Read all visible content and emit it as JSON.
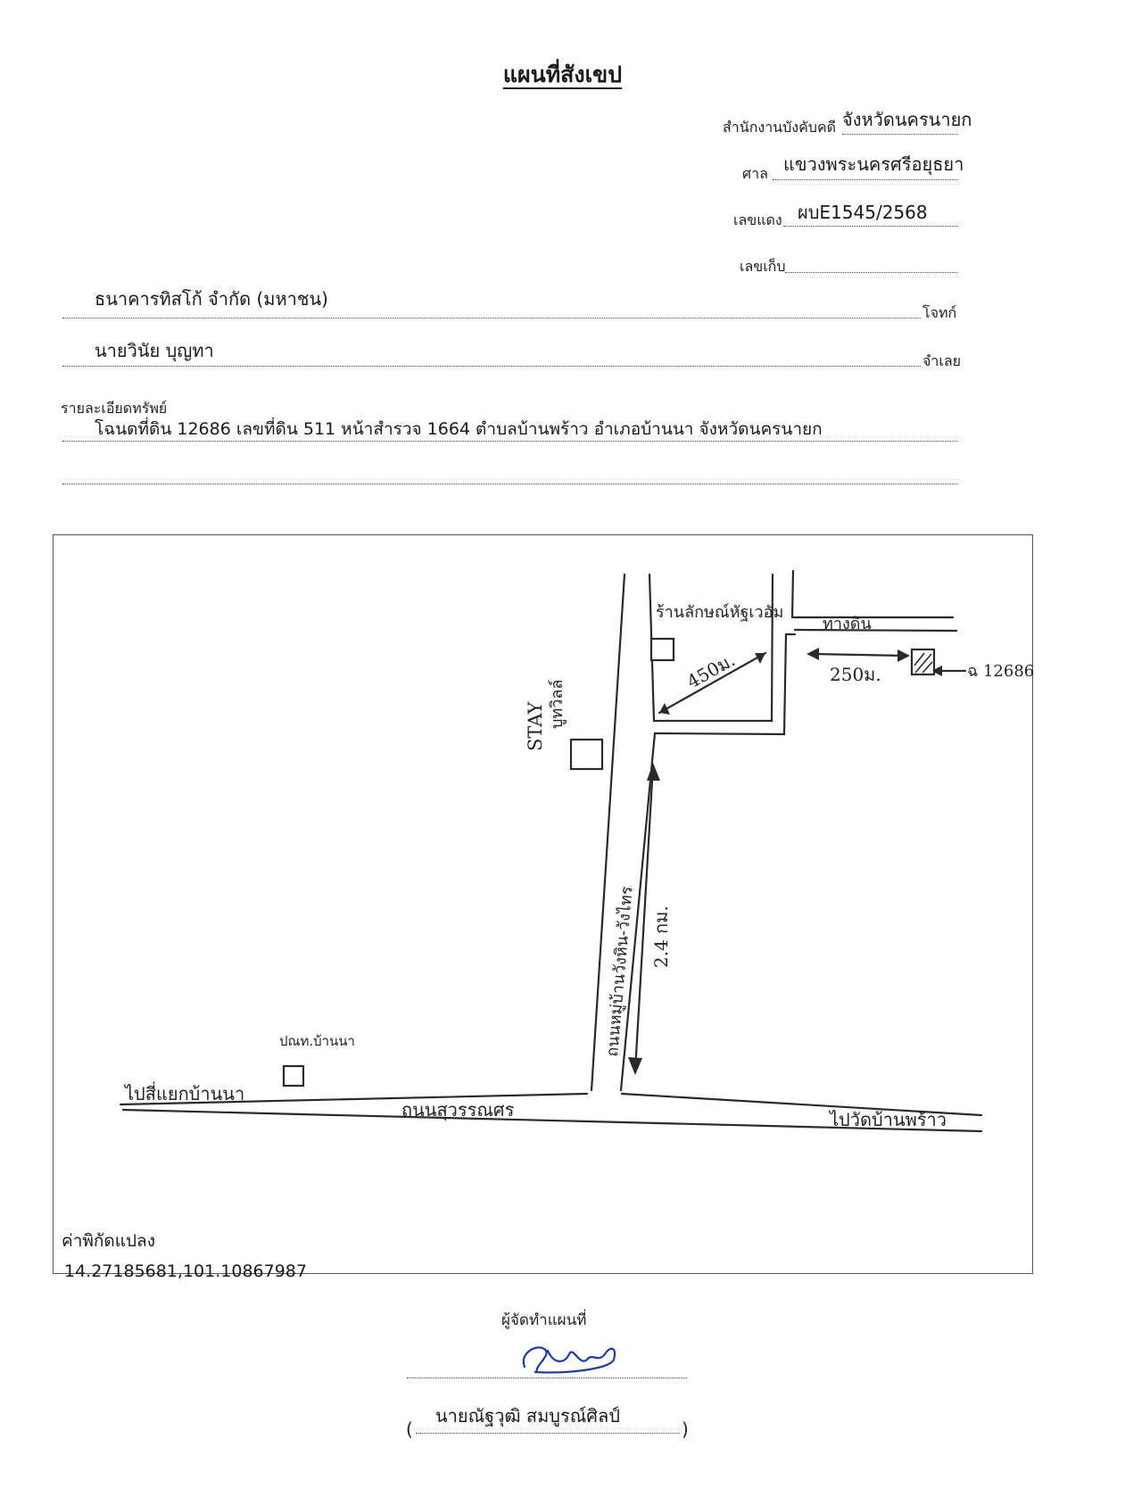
{
  "header": {
    "title": "แผนที่สังเขป",
    "office_label": "สำนักงานบังคับคดี",
    "office_value": "จังหวัดนครนายก",
    "court_label": "ศาล",
    "court_value": "แขวงพระนครศรีอยุธยา",
    "red_no_label": "เลขแดง",
    "red_no_value": "ผบE1545/2568",
    "store_no_label": "เลขเก็บ",
    "store_no_value": ""
  },
  "parties": {
    "plaintiff_value": "ธนาคารทิสโก้ จำกัด (มหาชน)",
    "plaintiff_label": "โจทก์",
    "defendant_value": "นายวินัย บุญทา",
    "defendant_label": "จำเลย"
  },
  "asset": {
    "label": "รายละเอียดทรัพย์",
    "detail": "โฉนดที่ดิน 12686 เลขที่ดิน 511 หน้าสำรวจ 1664 ตำบลบ้านพร้าว อำเภอบ้านนา จังหวัดนครนายก"
  },
  "map": {
    "shop_label": "ร้านลักษณ์หัฐเวอัม",
    "dirt_road_label": "ทางดิน",
    "distance_450": "450ม.",
    "distance_250": "250ม.",
    "plot_label": "ฉ 12686",
    "stay_label": "STAY",
    "stay_label2": "บูทวิลล์",
    "side_road_label": "ถนนหมู่บ้านวังหิน-วังไทร",
    "distance_24": "2.4 กม.",
    "post_office_label": "ปณท.บ้านนา",
    "left_dir_label": "ไปสี่แยกบ้านนา",
    "main_road_label": "ถนนสุวรรณศร",
    "right_dir_label": "ไปวัดบ้านพร้าว",
    "coord_label": "ค่าพิกัดแปลง",
    "coord_value": "14.27185681,101.10867987"
  },
  "footer": {
    "maker_label": "ผู้จัดทำแผนที่",
    "signature": "ณัฐวุฒิ",
    "maker_name": "นายณัฐวุฒิ สมบูรณ์ศิลป์"
  }
}
